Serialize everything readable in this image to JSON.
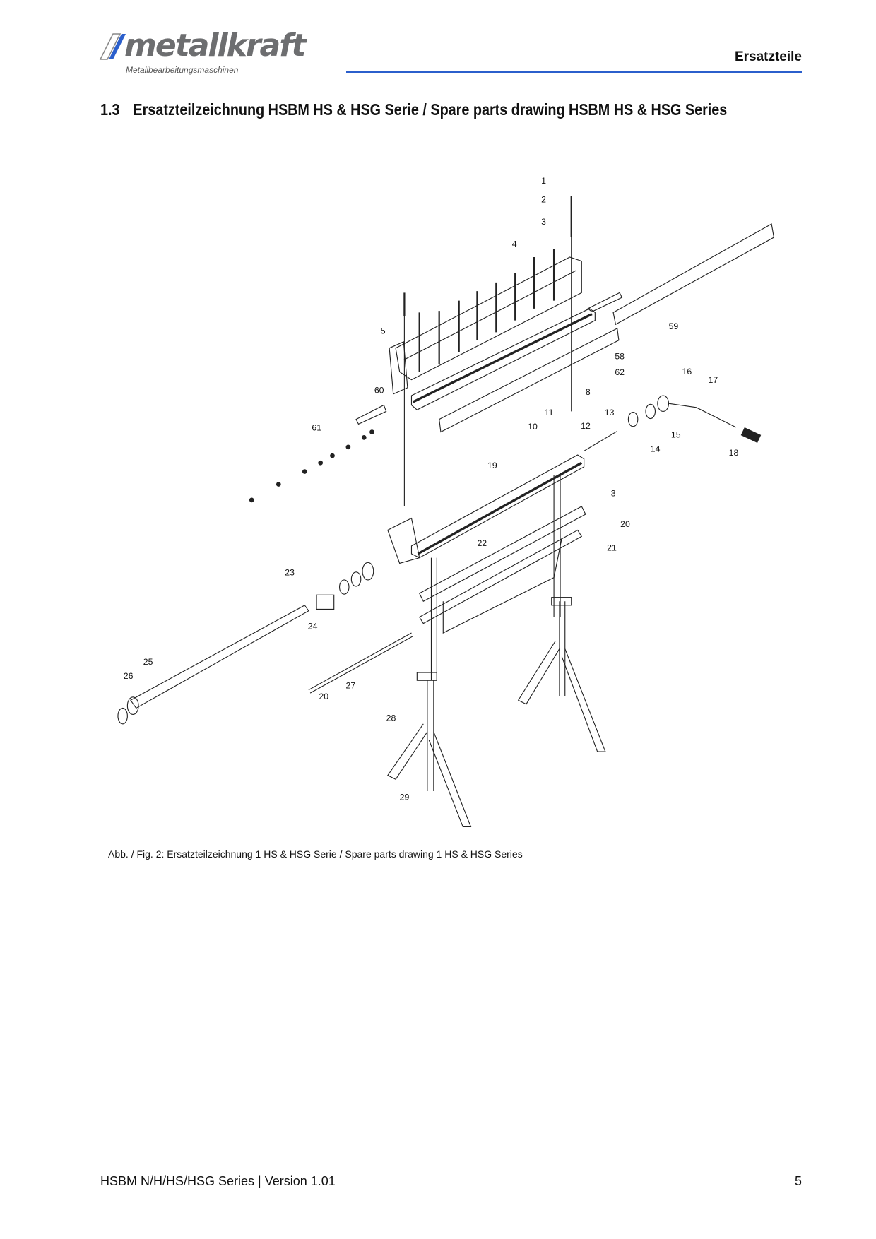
{
  "header": {
    "logo_text": "metallkraft",
    "logo_subtitle": "Metallbearbeitungsmaschinen",
    "section": "Ersatzteile",
    "accent_color": "#2b5fcc"
  },
  "heading": {
    "number": "1.3",
    "title": "Ersatzteilzeichnung HSBM HS & HSG Serie / Spare parts drawing HSBM HS & HSG Series"
  },
  "figure": {
    "callouts": [
      "1",
      "2",
      "3",
      "4",
      "5",
      "59",
      "58",
      "62",
      "60",
      "8",
      "16",
      "17",
      "13",
      "11",
      "10",
      "12",
      "15",
      "14",
      "18",
      "61",
      "19",
      "3",
      "20",
      "21",
      "22",
      "23",
      "24",
      "25",
      "26",
      "27",
      "20",
      "28",
      "29"
    ],
    "caption": "Abb. / Fig. 2: Ersatzteilzeichnung 1 HS & HSG Serie / Spare parts drawing 1 HS & HSG Series"
  },
  "footer": {
    "text": "HSBM N/H/HS/HSG  Series | Version 1.01",
    "page": "5"
  }
}
